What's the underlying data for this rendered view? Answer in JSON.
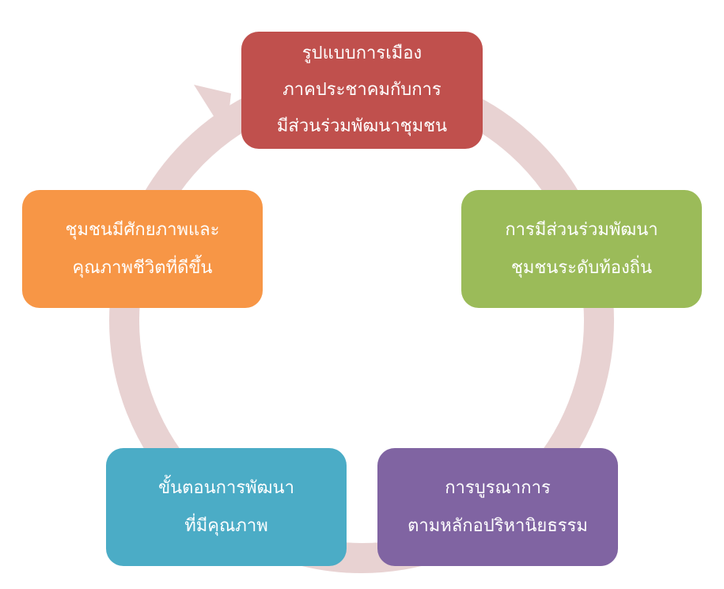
{
  "colors": {
    "ring": "#e8d2d2",
    "top": "#c0504d",
    "right": "#9bbb59",
    "bottom_right": "#8064a2",
    "bottom_left": "#4bacc6",
    "left": "#f79646"
  },
  "nodes": {
    "top": {
      "lines": [
        "รูปแบบการเมือง",
        "ภาคประชาคมกับการ",
        "มีส่วนร่วมพัฒนาชุมชน"
      ]
    },
    "right": {
      "lines": [
        "การมีส่วนร่วมพัฒนา",
        "ชุมชนระดับท้องถิ่น"
      ]
    },
    "bottom_right": {
      "lines": [
        "การบูรณาการ",
        "ตามหลักอปริหานิยธรรม"
      ]
    },
    "bottom_left": {
      "lines": [
        "ขั้นตอนการพัฒนา",
        "ที่มีคุณภาพ"
      ]
    },
    "left": {
      "lines": [
        "ชุมชนมีศักยภาพและ",
        "คุณภาพชีวิตที่ดีขึ้น"
      ]
    }
  }
}
